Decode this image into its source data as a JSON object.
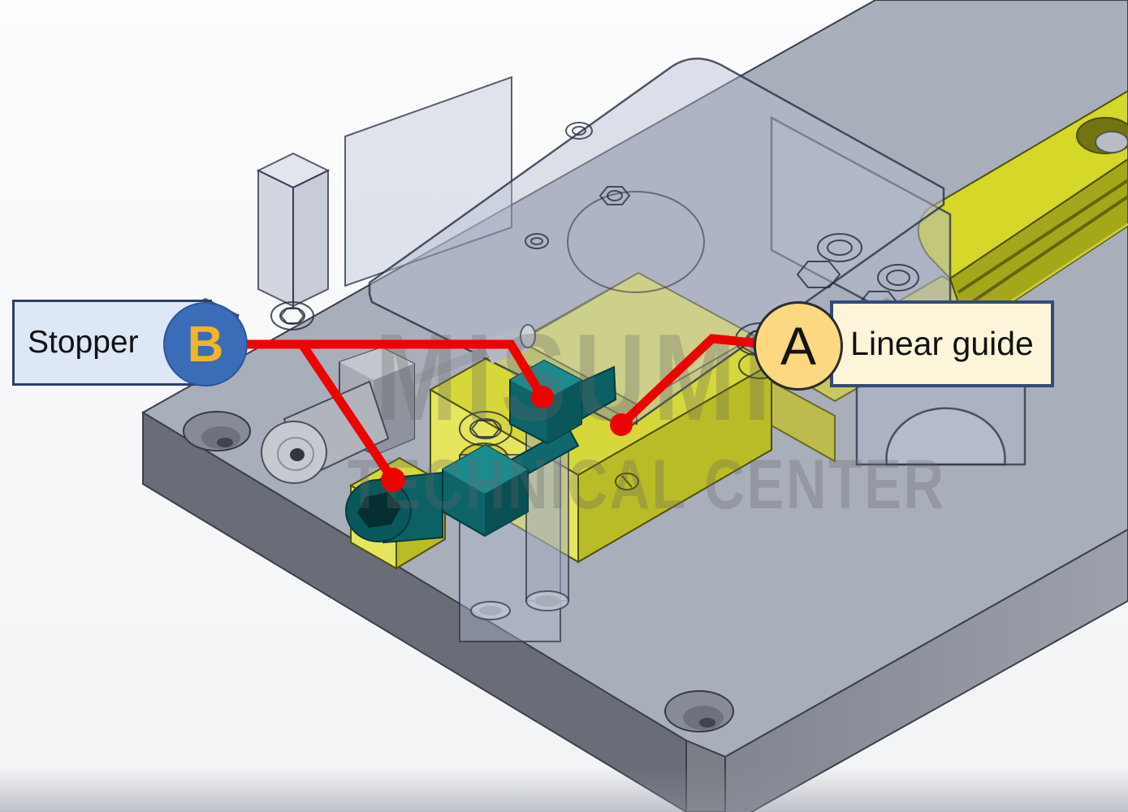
{
  "callouts": {
    "stopper": {
      "label": "Stopper",
      "badge": "B"
    },
    "linear_guide": {
      "label": "Linear guide",
      "badge": "A"
    }
  },
  "watermark": {
    "line1": "MISUMI",
    "line2": "TECHNICAL CENTER"
  },
  "colors": {
    "leader_red": "#ee0202",
    "stopper_box_fill": "#dde7f5",
    "stopper_box_border": "#2c3f63",
    "b_badge_fill": "#3b6cb8",
    "b_badge_text": "#f2b52a",
    "linear_box_fill": "#fcf5d9",
    "linear_box_border": "#35497a",
    "a_badge_fill": "#fcd880",
    "a_badge_border": "#2b2b2b",
    "a_badge_text": "#141414",
    "plate_top": "#a9aebb",
    "plate_side_left": "#696d77",
    "plate_side_right": "#8b8f99",
    "rail_yellow_top": "#d5d729",
    "rail_yellow_side": "#a4a71a",
    "block_yellow_top": "#d6d73a",
    "block_yellow_light": "#e5e55e",
    "block_yellow_dark": "#b9bc26",
    "fastener_teal": "#0e6468",
    "metal_gray": "#b0b4bd",
    "glass_fill": "rgba(181,189,208,0.45)",
    "glass_edge": "rgba(40,46,66,0.8)",
    "watermark_gray": "#696969",
    "background": "#ffffff"
  }
}
